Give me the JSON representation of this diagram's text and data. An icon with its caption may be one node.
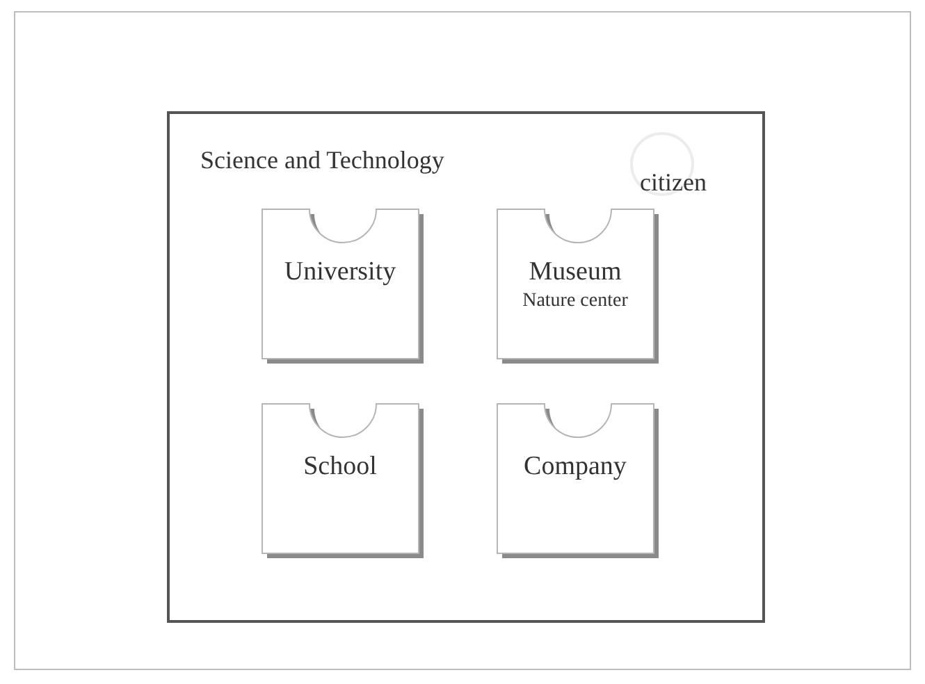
{
  "diagram": {
    "nodes": [
      {
        "text": [],
        "shape": "box"
      },
      {
        "text": [
          "Science and Technology"
        ],
        "in": 0
      },
      {
        "text": [
          "citizen"
        ],
        "in": 1
      },
      {
        "text": [
          "University"
        ],
        "in": 1
      },
      {
        "text": [
          "Museum",
          "Nature center"
        ],
        "in": 1
      },
      {
        "text": [
          "School"
        ],
        "in": 1
      },
      {
        "text": [
          "Company"
        ],
        "in": 1
      }
    ],
    "edges": []
  }
}
